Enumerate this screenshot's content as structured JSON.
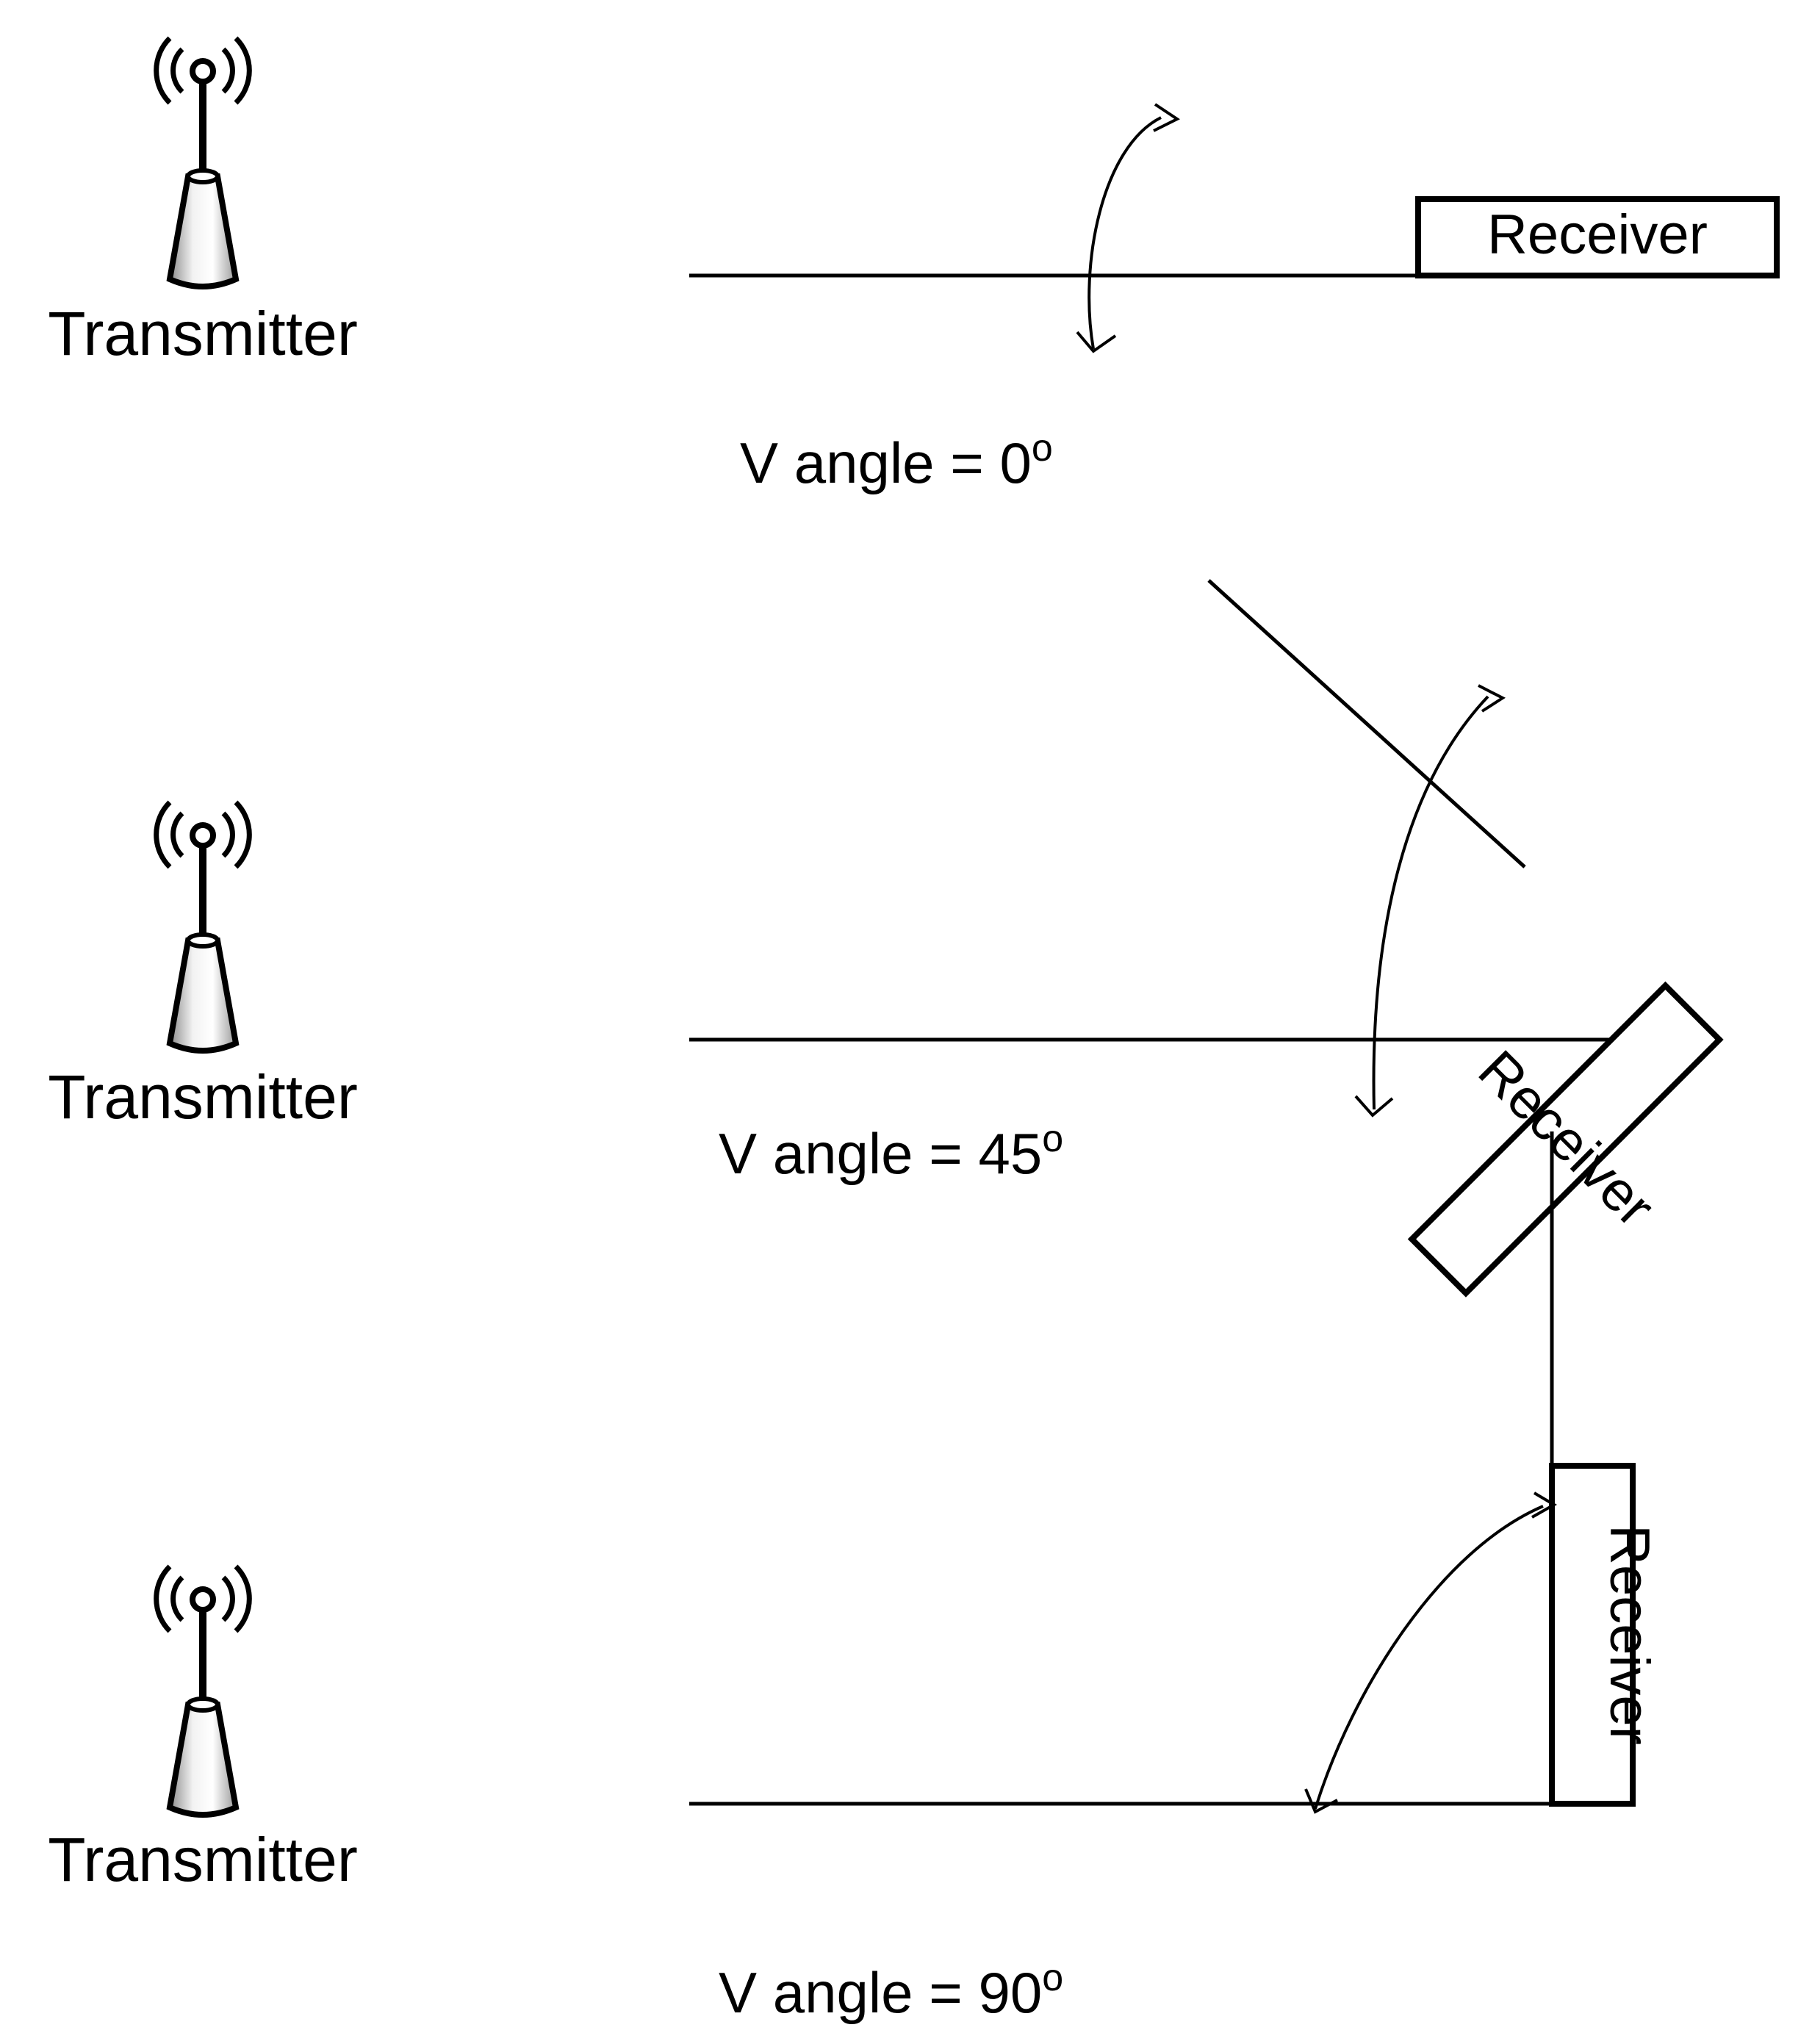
{
  "panels": [
    {
      "transmitter_label": "Transmitter",
      "receiver_label": "Receiver",
      "angle_text": "V angle = 0",
      "angle_unit": "o"
    },
    {
      "transmitter_label": "Transmitter",
      "receiver_label": "Receiver",
      "angle_text": "V angle = 45",
      "angle_unit": "o"
    },
    {
      "transmitter_label": "Transmitter",
      "receiver_label": "Receiver",
      "angle_text": "V angle = 90",
      "angle_unit": "o"
    }
  ],
  "icons": {
    "transmitter": "antenna-tower-icon"
  }
}
